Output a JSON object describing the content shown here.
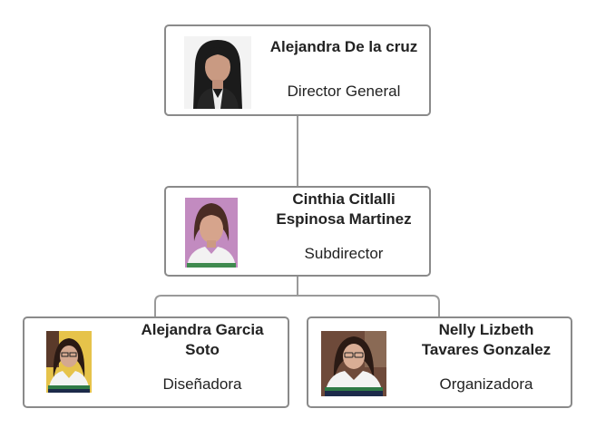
{
  "org_chart": {
    "director": {
      "name": "Alejandra De la cruz",
      "role": "Director General"
    },
    "subdirector": {
      "name_line1": "Cinthia Citlalli",
      "name_line2": "Espinosa Martinez",
      "role": "Subdirector"
    },
    "designer": {
      "name_line1": "Alejandra Garcia",
      "name_line2": "Soto",
      "role": "Diseñadora"
    },
    "organizer": {
      "name_line1": "Nelly Lizbeth",
      "name_line2": "Tavares Gonzalez",
      "role": "Organizadora"
    }
  },
  "colors": {
    "card_border": "#8a8a8a",
    "connector": "#9a9a9a"
  }
}
